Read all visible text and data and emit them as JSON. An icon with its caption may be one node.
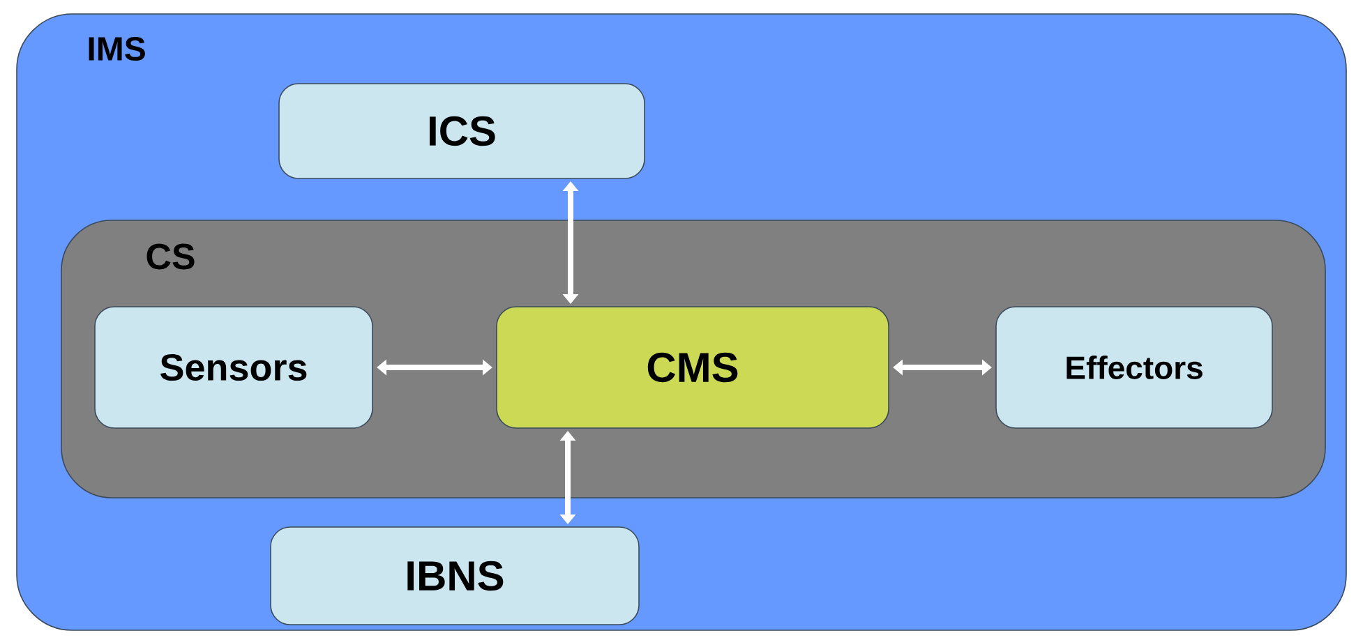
{
  "diagram": {
    "nodes": [
      {
        "text": [
          "IMS"
        ]
      },
      {
        "text": [
          "ICS"
        ],
        "in": 0
      },
      {
        "text": [
          "CS"
        ],
        "in": 0
      },
      {
        "text": [
          "Sensors"
        ],
        "in": 2
      },
      {
        "text": [
          "CMS"
        ],
        "in": 2
      },
      {
        "text": [
          "Effectors"
        ],
        "in": 2
      },
      {
        "text": [
          "IBNS"
        ],
        "in": 0
      }
    ],
    "edges": [
      {
        "from": 1,
        "to": 4,
        "arrow": "both"
      },
      {
        "from": 3,
        "to": 4,
        "arrow": "both"
      },
      {
        "from": 4,
        "to": 5,
        "arrow": "both"
      },
      {
        "from": 4,
        "to": 6,
        "arrow": "both"
      }
    ]
  }
}
